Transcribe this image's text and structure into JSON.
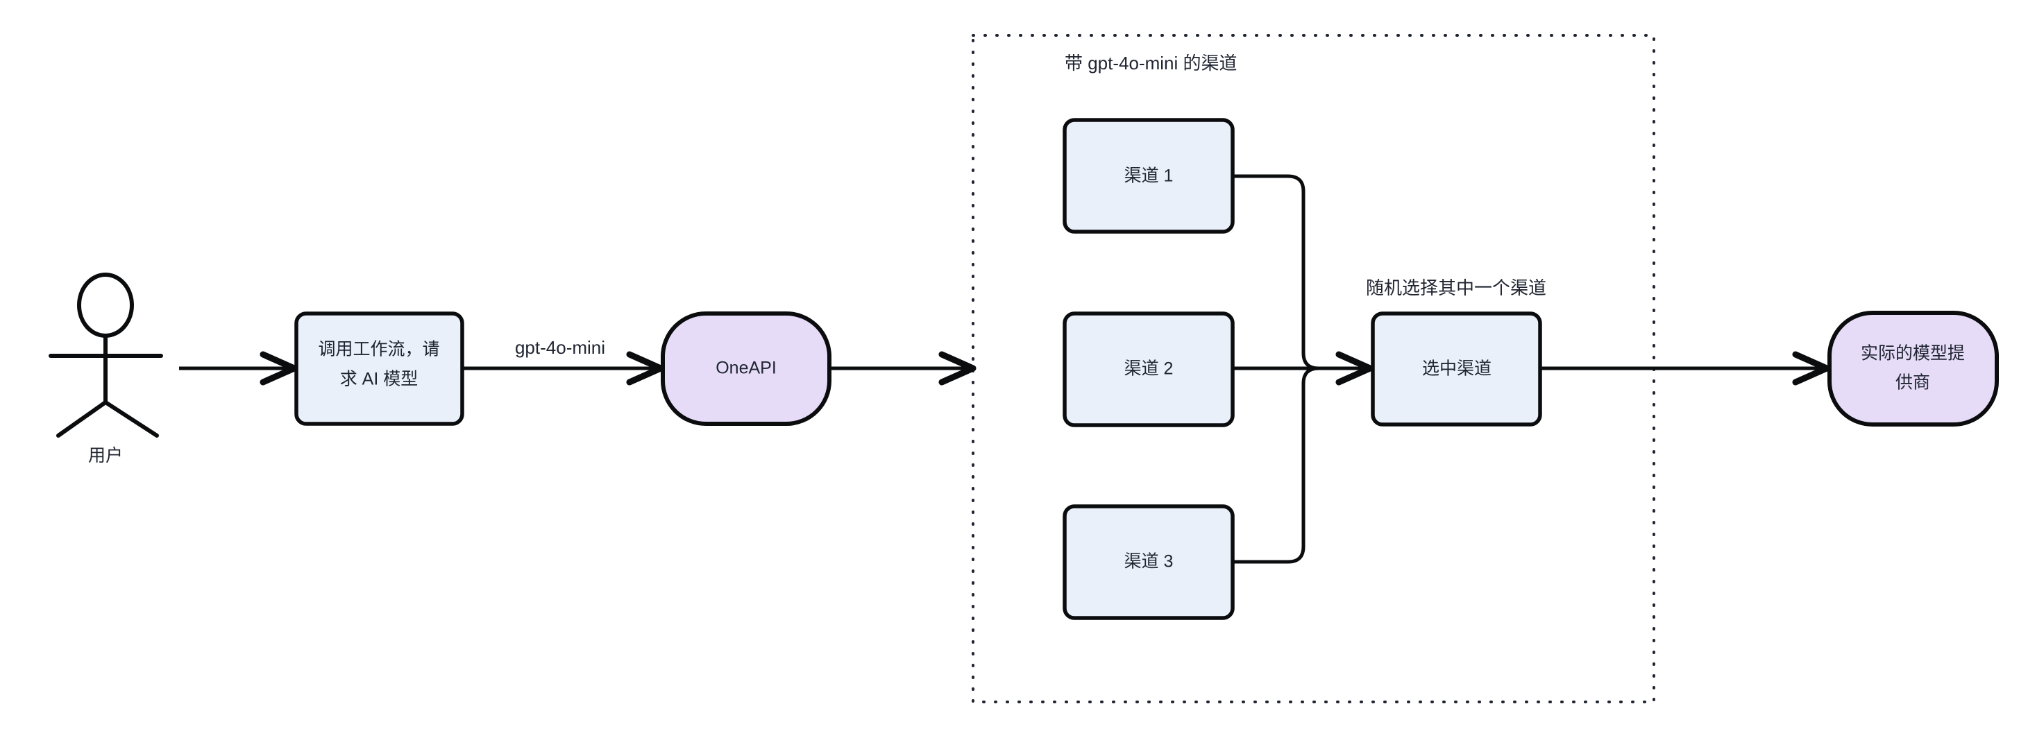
{
  "diagram": {
    "title_text_color": "#1f2430",
    "background": "#ffffff",
    "colors": {
      "process_fill": "#eaf0fa",
      "process_stroke": "#0b0c0e",
      "terminal_fill": "#e6dcf8",
      "terminal_stroke": "#0b0c0e",
      "edge_stroke": "#0b0c0e",
      "group_border": "#1f2430",
      "text": "#1f2430"
    },
    "actor": {
      "name": "user-actor",
      "label": "用户"
    },
    "nodes": {
      "workflow": {
        "label_line1": "调用工作流，请求",
        "label_line2": "求 AI 模型",
        "label": "调用工作流，请求求 AI 模型"
      },
      "oneapi": {
        "label": "OneAPI"
      },
      "channel1": {
        "label": "渠道 1"
      },
      "channel2": {
        "label": "渠道 2"
      },
      "channel3": {
        "label": "渠道 3"
      },
      "selected_channel": {
        "label": "选中渠道"
      },
      "provider": {
        "label_line1": "实际的模型提",
        "label_line2": "供商",
        "label": "实际的模型提供商"
      }
    },
    "labels": {
      "edge_model": "gpt-4o-mini",
      "group_title": "带 gpt-4o-mini 的渠道",
      "random_pick": "随机选择其中一个渠道"
    },
    "workflow_box_lines": [
      "调用工作流，请",
      "求 AI 模型"
    ],
    "provider_lines": [
      "实际的模型提",
      "供商"
    ]
  }
}
